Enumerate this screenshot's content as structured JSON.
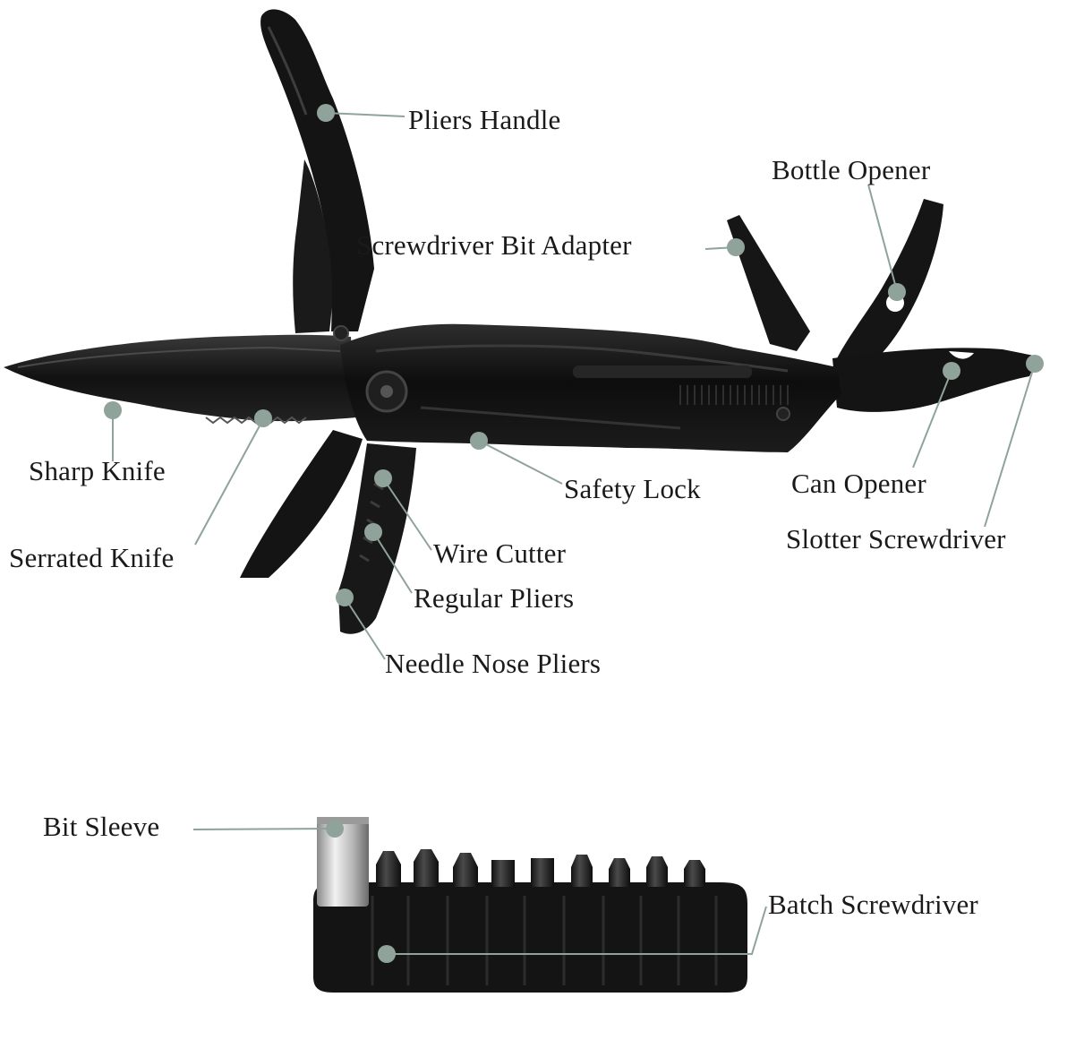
{
  "labels": {
    "pliers_handle": "Pliers Handle",
    "bottle_opener": "Bottle Opener",
    "screwdriver_bit_adapter": "Screwdriver Bit Adapter",
    "sharp_knife": "Sharp Knife",
    "safety_lock": "Safety Lock",
    "can_opener": "Can Opener",
    "slotter_screwdriver": "Slotter Screwdriver",
    "serrated_knife": "Serrated Knife",
    "wire_cutter": "Wire Cutter",
    "regular_pliers": "Regular Pliers",
    "needle_nose_pliers": "Needle Nose Pliers",
    "bit_sleeve": "Bit Sleeve",
    "batch_screwdriver": "Batch Screwdriver"
  },
  "colors": {
    "background": "#ffffff",
    "tool_body": "#151515",
    "tool_highlight": "#3a3a3a",
    "marker_dot": "#8fa39b",
    "leader_line": "#8fa39b",
    "label_text": "#1a1a1a",
    "sleeve_steel": "#c9c9c9"
  }
}
